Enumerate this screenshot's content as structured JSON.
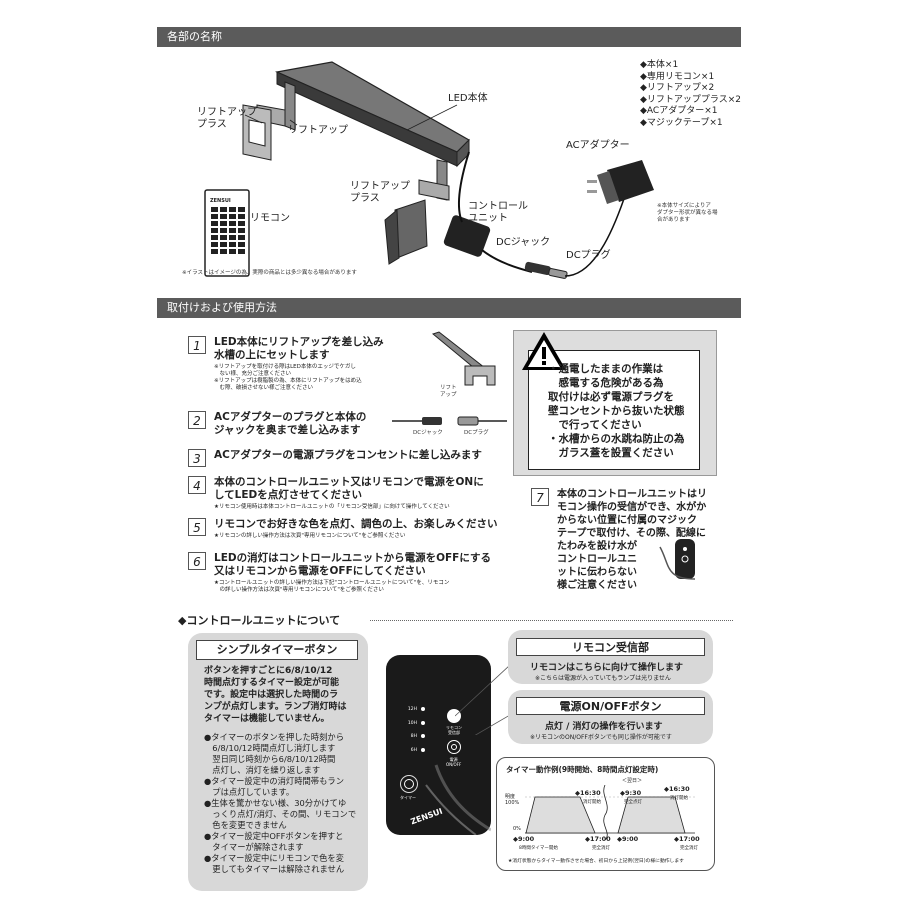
{
  "section1": {
    "title": "各部の名称",
    "labels": {
      "led_body": "LED本体",
      "liftup_plus_left": "リフトアップ\nプラス",
      "liftup": "リフトアップ",
      "liftup_plus_bottom": "リフトアップ\nプラス",
      "remote": "リモコン",
      "control_unit": "コントロール\nユニット",
      "dc_jack": "DCジャック",
      "dc_plug": "DCプラグ",
      "ac_adapter": "ACアダプター",
      "adapter_note": "※本体サイズによりア\nダプター形状が異なる場\n合があります",
      "illust_note": "※イラストはイメージの為、実際の商品とは多少異なる場合があります",
      "remote_logo": "ZENSUI"
    },
    "contents": [
      "◆本体×1",
      "◆専用リモコン×1",
      "◆リフトアップ×2",
      "◆リフトアッププラス×2",
      "◆ACアダプター×1",
      "◆マジックテープ×1"
    ]
  },
  "section2": {
    "title": "取付けおよび使用方法",
    "steps": [
      {
        "num": "1",
        "text": "LED本体にリフトアップを差し込み\n水槽の上にセットします",
        "note": "※リフトアップを取付ける際はLED本体のエッジでケガし\n　ない様、充分ご注意ください\n※リフトアップは樹脂製の為、本体にリフトアップをはめ込\n　む際、破損させない様ご注意ください"
      },
      {
        "num": "2",
        "text": "ACアダプターのプラグと本体の\nジャックを奥まで差し込みます",
        "note": ""
      },
      {
        "num": "3",
        "text": "ACアダプターの電源プラグをコンセントに差し込みます",
        "note": ""
      },
      {
        "num": "4",
        "text": "本体のコントロールユニット又はリモコンで電源をONに\nしてLEDを点灯させてください",
        "note": "★リモコン使用時は本体コントロールユニットの「リモコン受信部」に向けて操作してください"
      },
      {
        "num": "5",
        "text": "リモコンでお好きな色を点灯、調色の上、お楽しみください",
        "note": "★リモコンの詳しい操作方法は次頁\"専用リモコンについて\"をご参照ください"
      },
      {
        "num": "6",
        "text": "LEDの消灯はコントロールユニットから電源をOFFにする\n又はリモコンから電源をOFFにしてください",
        "note": "★コントロールユニットの詳しい操作方法は下記\"コントロールユニットについて\"を、リモコン\n　の詳しい操作方法は次頁\"専用リモコンについて\"をご参照ください"
      }
    ],
    "liftup_small": "リフト\nアップ",
    "dc_jack_small": "DCジャック",
    "dc_plug_small": "DCプラグ",
    "warning": "・通電したままの作業は\n　感電する危険がある為\n取付けは必ず電源プラグを\n壁コンセントから抜いた状態\n　で行ってください\n・水槽からの水跳ね防止の為\n　ガラス蓋を設置ください",
    "step7_num": "7",
    "step7_text": "本体のコントロールユニットはリ\nモコン操作の受信ができ、水がか\nからない位置に付属のマジック\nテープで取付け、その際、配線に\nたわみを設け水が\nコントロールユニ\nットに伝わらない\n様ご注意ください"
  },
  "section3": {
    "title": "◆コントロールユニットについて",
    "timer_button": {
      "title": "シンプルタイマーボタン",
      "desc": "ボタンを押すごとに6/8/10/12\n時間点灯するタイマー設定が可能\nです。設定中は選択した時間のラ\nンプが点灯します。ランプ消灯時は\nタイマーは機能していません。",
      "bullets": "●タイマーのボタンを押した時刻から\n　6/8/10/12時間点灯し消灯します\n　翌日同じ時刻から6/8/10/12時間\n　点灯し、消灯を繰り返します\n●タイマー設定中の消灯時間帯もラン\n　プは点灯しています。\n●生体を驚かせない様、30分かけてゆ\n　っくり点灯/消灯、その間、リモコンで\n　色を変更できません\n●タイマー設定中OFFボタンを押すと\n　タイマーが解除されます\n●タイマー設定中にリモコンで色を変\n　更してもタイマーは解除されません"
    },
    "remote_receiver": {
      "title": "リモコン受信部",
      "desc": "リモコンはこちらに向けて操作します",
      "note": "※こちらは電源が入っていてもランプは光りません"
    },
    "power_button": {
      "title": "電源ON/OFFボタン",
      "desc": "点灯 / 消灯の操作を行います",
      "note": "※リモコンのON/OFFボタンでも同じ操作が可能です"
    },
    "device": {
      "hours": [
        "12H",
        "10H",
        "8H",
        "6H"
      ],
      "timer_label": "タイマー",
      "receiver_label": "リモコン\n受信部",
      "power_label": "電源\nON/OFF",
      "logo": "ZENSUI"
    },
    "timer_chart": {
      "title": "タイマー動作例(9時開始、8時間点灯設定時)",
      "ylabel_top": "明度\n100%",
      "ylabel_bottom": "0%",
      "next_day": "＜翌日＞",
      "events": [
        {
          "time": "◆9:00",
          "desc": "8時間タイマー開始"
        },
        {
          "time": "◆16:30",
          "desc": "消灯開始"
        },
        {
          "time": "◆17:00",
          "desc": "完全消灯"
        },
        {
          "time": "◆9:00",
          "desc": ""
        },
        {
          "time": "◆9:30",
          "desc": "完全点灯"
        },
        {
          "time": "◆16:30",
          "desc": "消灯開始"
        },
        {
          "time": "◆17:00",
          "desc": "完全消灯"
        }
      ],
      "footnote": "★消灯状態からタイマー動作させた場合、初日から上記例(翌日)の様に動作します"
    }
  }
}
